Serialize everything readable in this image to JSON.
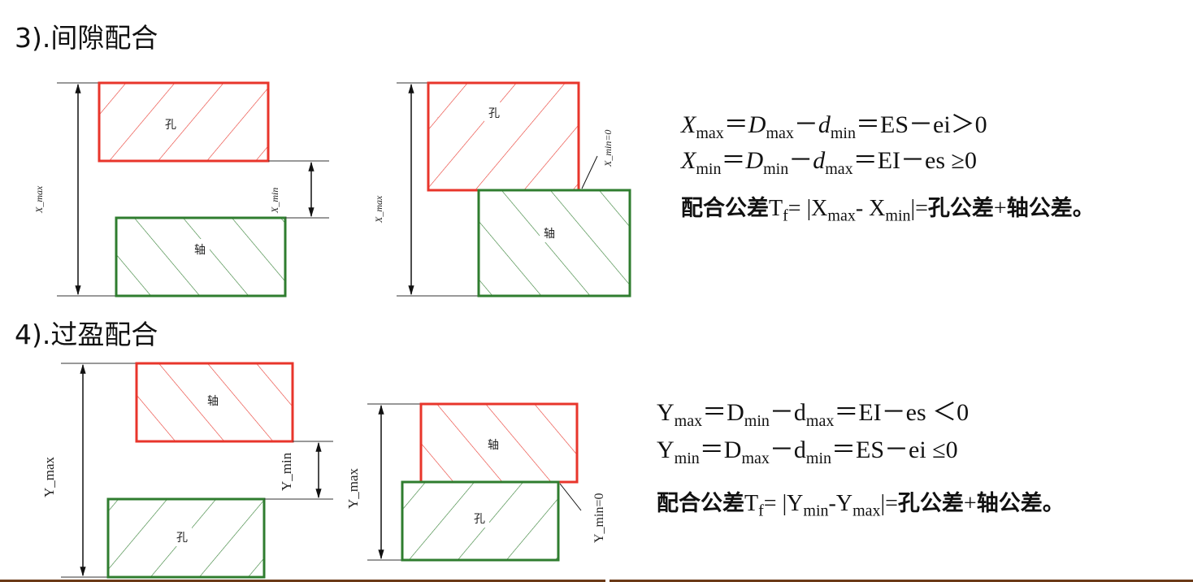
{
  "sections": {
    "clearance_title": "3).间隙配合",
    "interference_title": "4).过盈配合"
  },
  "labels": {
    "hole": "孔",
    "shaft": "轴",
    "x_max": "X_max",
    "x_min": "X_min",
    "x_min_zero": "X_min=0",
    "y_max": "Y_max",
    "y_min": "Y_min",
    "y_min_zero": "Y_min=0"
  },
  "formulas": {
    "clearance": {
      "line1": {
        "X": "X",
        "max": "max",
        "eq1": "＝",
        "D": "D",
        "max2": "max",
        "minus": "－",
        "d": "d",
        "min": "min",
        "eq2": "＝",
        "rhs": "ES－ei＞0"
      },
      "line2": {
        "X": "X",
        "min": "min",
        "eq1": "＝",
        "D": "D",
        "min2": "min",
        "minus": "－",
        "d": "d",
        "max": "max",
        "eq2": "＝",
        "rhs": "EI－es  ≥0"
      },
      "line3": {
        "cn": "配合公差",
        "T": "T",
        "f": "f",
        "mid": "= |X",
        "max": "max",
        "mid2": "- X",
        "min": "min",
        "end": "|=",
        "cn2": "孔公差",
        "plus": "+",
        "cn3": "轴公差。"
      }
    },
    "interference": {
      "line1": {
        "Y": "Y",
        "max": "max",
        "eq1": "＝D",
        "min": "min",
        "minus": "－d",
        "max2": "max",
        "rhs": "＝EI－es ＜0"
      },
      "line2": {
        "Y": "Y",
        "min": "min",
        "eq1": "＝D",
        "max": "max",
        "minus": "－d",
        "min2": "min",
        "rhs": "＝ES－ei ≤0"
      },
      "line3": {
        "cn": "配合公差",
        "T": "T",
        "f": "f",
        "mid": "= |Y",
        "min": "min",
        "mid2": "-Y",
        "max": "max",
        "end": "|=",
        "cn2": "孔公差",
        "plus": "+",
        "cn3": "轴公差。"
      }
    }
  },
  "colors": {
    "hole_outline": "#e8352b",
    "shaft_outline": "#2f7d2f",
    "footer_bar": "#6b3a17"
  }
}
